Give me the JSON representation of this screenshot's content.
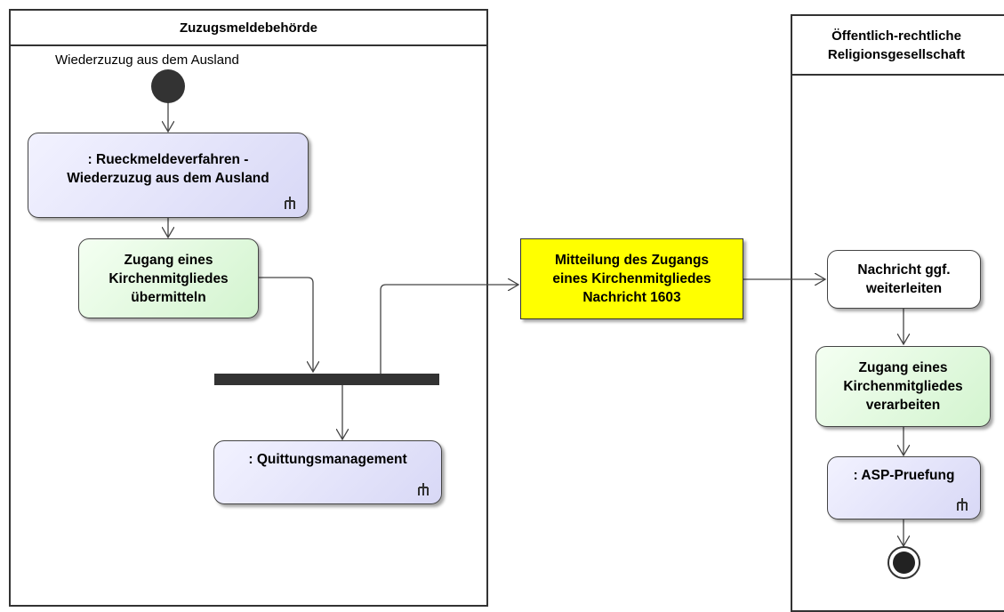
{
  "lanes": {
    "left_title": "Zuzugsmeldebehörde",
    "right_title": "Öffentlich-rechtliche\nReligionsgesellschaft"
  },
  "start_label": "Wiederzuzug aus dem Ausland",
  "nodes": {
    "rueckmelde": ": Rueckmeldeverfahren -\nWiederzuzug aus dem Ausland",
    "zugang_uebermitteln": "Zugang eines\nKirchenmitgliedes\nübermitteln",
    "quittung": ": Quittungsmanagement",
    "mitteilung": "Mitteilung des Zugangs\neines Kirchenmitgliedes\nNachricht 1603",
    "nachricht_weiterleiten": "Nachricht ggf.\nweiterleiten",
    "zugang_verarbeiten": "Zugang eines\nKirchenmitgliedes\nverarbeiten",
    "asp": ": ASP-Pruefung"
  },
  "colors": {
    "call_action": "#dcdcf8",
    "action": "#d6f5d2",
    "object": "#ffff00",
    "line": "#444444"
  },
  "icons": {
    "call_behavior": "rake-icon"
  }
}
